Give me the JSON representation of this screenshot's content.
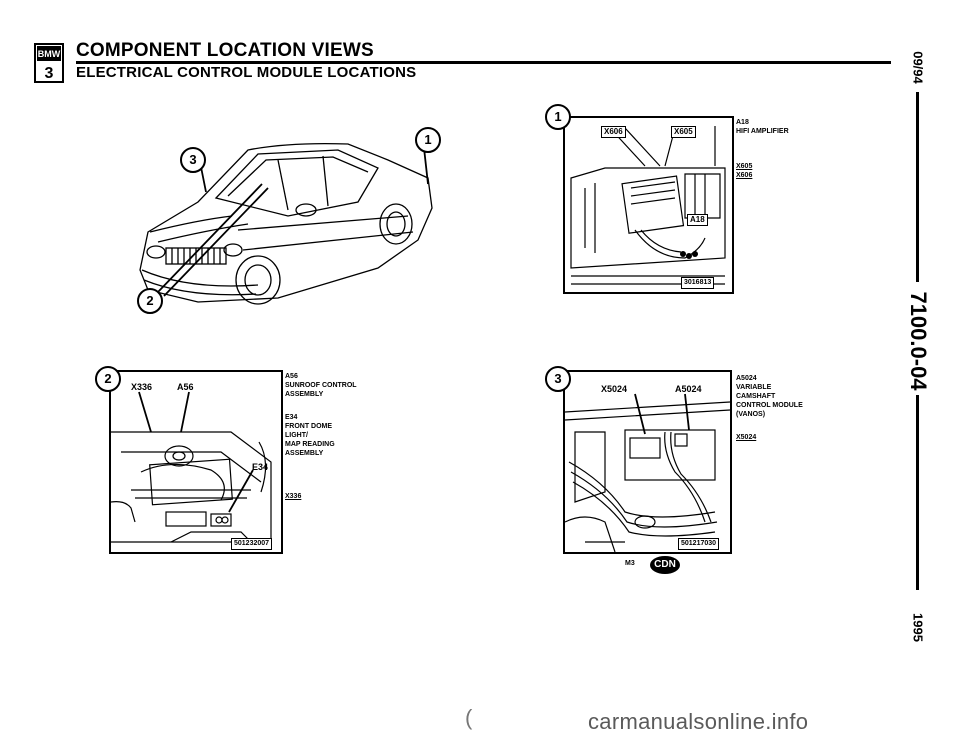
{
  "header": {
    "logo_text": "BMW",
    "logo_series": "3",
    "title": "COMPONENT LOCATION VIEWS",
    "subtitle": "ELECTRICAL CONTROL MODULE LOCATIONS"
  },
  "side": {
    "date": "09/94",
    "doc_number": "7100.0-04",
    "year": "1995"
  },
  "overview": {
    "callouts": [
      "1",
      "2",
      "3"
    ]
  },
  "fig1": {
    "callout": "1",
    "labels": [
      "X606",
      "X605",
      "A18"
    ],
    "ref": "3016813",
    "captions": {
      "a18_code": "A18",
      "a18_desc": "HIFI AMPLIFIER",
      "x605": "X605",
      "x606": "X606"
    }
  },
  "fig2": {
    "callout": "2",
    "labels": [
      "X336",
      "A56",
      "E34"
    ],
    "ref": "501232007",
    "captions": {
      "a56_code": "A56",
      "a56_desc_1": "SUNROOF CONTROL",
      "a56_desc_2": "ASSEMBLY",
      "e34_code": "E34",
      "e34_desc_1": "FRONT DOME",
      "e34_desc_2": "LIGHT/",
      "e34_desc_3": "MAP READING",
      "e34_desc_4": "ASSEMBLY",
      "x336": "X336"
    }
  },
  "fig3": {
    "callout": "3",
    "labels": [
      "X5024",
      "A5024"
    ],
    "ref": "501217030",
    "captions": {
      "a5024_code": "A5024",
      "a5024_desc_1": "VARIABLE",
      "a5024_desc_2": "CAMSHAFT",
      "a5024_desc_3": "CONTROL MODULE",
      "a5024_desc_4": "(VANOS)",
      "x5024": "X5024"
    }
  },
  "footer": {
    "model": "M3",
    "badge": "CDN",
    "watermark": "carmanualsonline.info",
    "stray_mark": "("
  }
}
